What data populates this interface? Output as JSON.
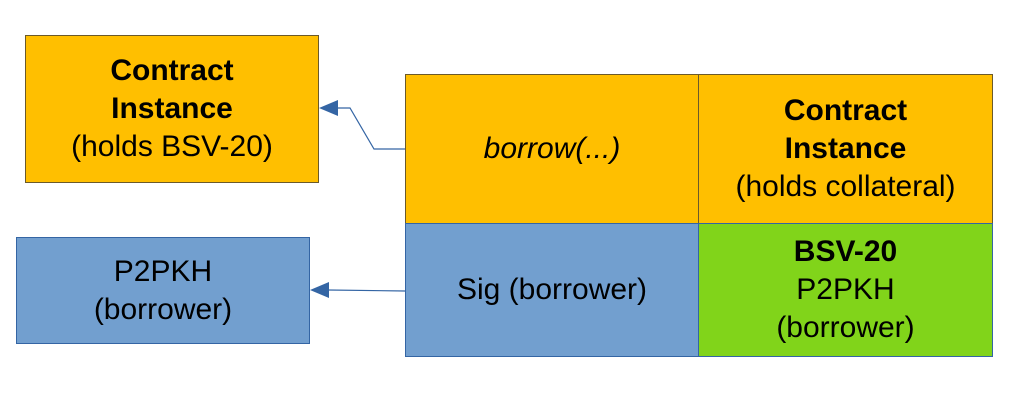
{
  "left_contract": {
    "title_line1": "Contract",
    "title_line2": "Instance",
    "subtitle": "(holds BSV-20)"
  },
  "left_p2pkh": {
    "line1": "P2PKH",
    "line2": "(borrower)"
  },
  "tx_input_borrow": {
    "label": "borrow(...)"
  },
  "tx_input_sig": {
    "label": "Sig (borrower)"
  },
  "tx_output_contract": {
    "title_line1": "Contract",
    "title_line2": "Instance",
    "subtitle": "(holds collateral)"
  },
  "tx_output_bsv20": {
    "title": "BSV-20",
    "line2": "P2PKH",
    "line3": "(borrower)"
  },
  "colors": {
    "orange": "#ffbf00",
    "blue": "#729fcf",
    "green": "#81d41a",
    "arrow": "#3465a4"
  }
}
